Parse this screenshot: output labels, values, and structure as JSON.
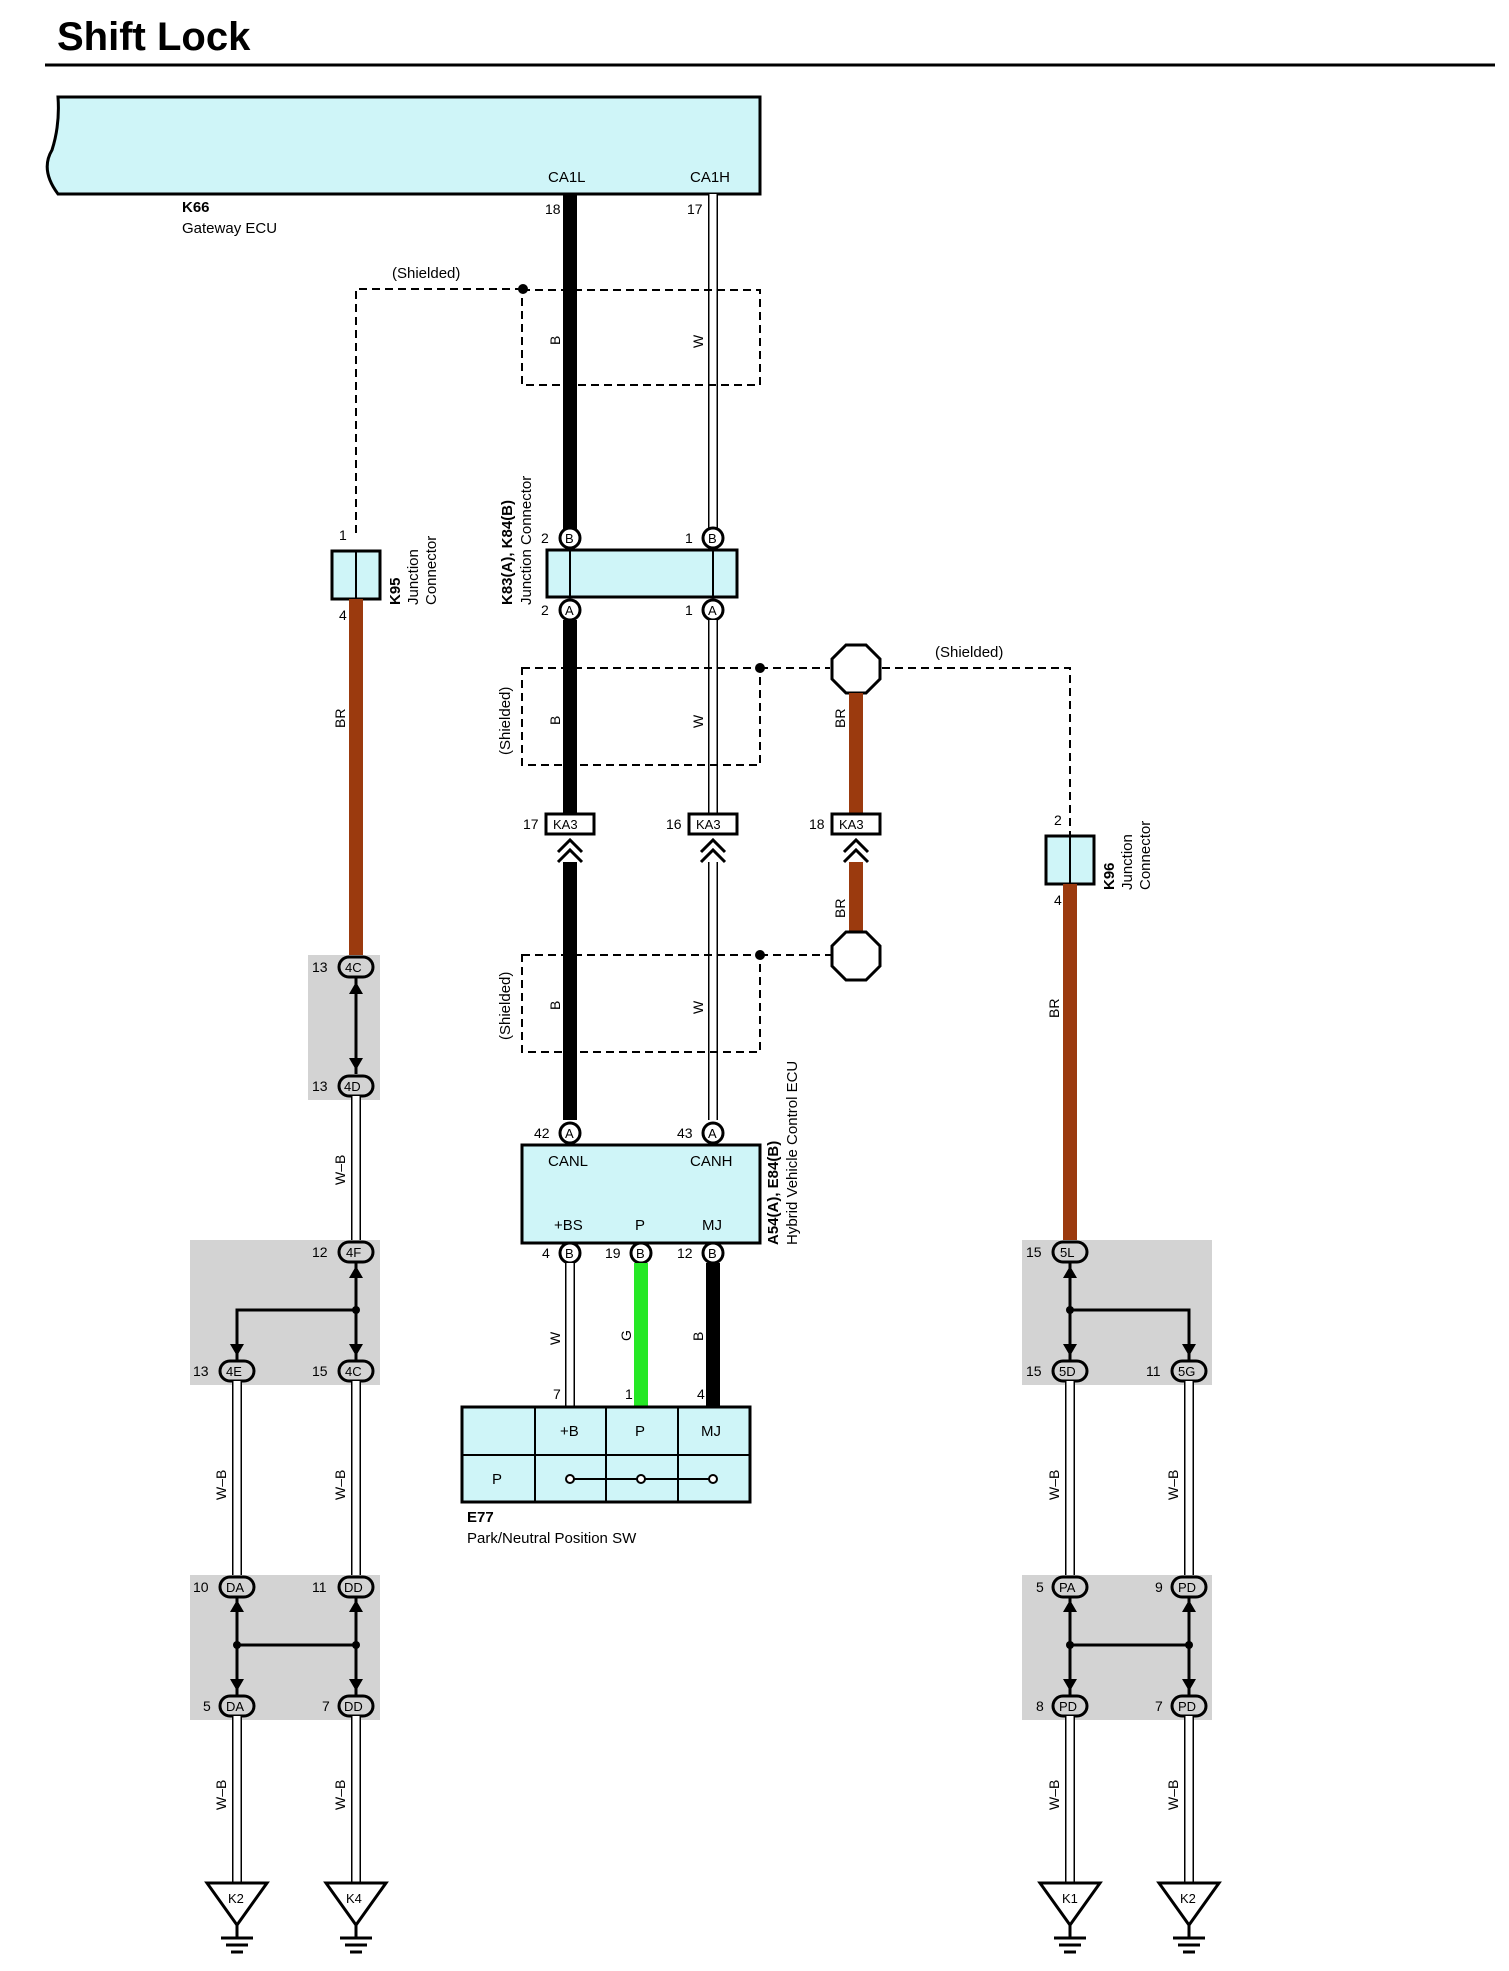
{
  "title": "Shift Lock",
  "colors": {
    "B": "#000000",
    "W": "#ffffff",
    "BR": "#9b3a0e",
    "G": "#25e825",
    "WB": "#ffffff",
    "box": "#cff5f8",
    "junction_bg": "#d3d3d3"
  },
  "gateway": {
    "code": "K66",
    "name": "Gateway ECU",
    "pin_left": "CA1L",
    "pin_right": "CA1H",
    "num_left": "18",
    "num_right": "17"
  },
  "shielded": "(Shielded)",
  "wire_labels": {
    "B": "B",
    "W": "W",
    "BR": "BR",
    "G": "G",
    "WB": "W–B"
  },
  "k95": {
    "code": "K95",
    "name1": "Junction",
    "name2": "Connector",
    "pin_top": "1",
    "pin_bottom": "4"
  },
  "k96": {
    "code": "K96",
    "name1": "Junction",
    "name2": "Connector",
    "pin_top": "2",
    "pin_bottom": "4"
  },
  "k83": {
    "code": "K83(A), K84(B)",
    "name": "Junction Connector",
    "top_left_num": "2",
    "top_left_ltr": "B",
    "top_right_num": "1",
    "top_right_ltr": "B",
    "bot_left_num": "2",
    "bot_left_ltr": "A",
    "bot_right_num": "1",
    "bot_right_ltr": "A"
  },
  "ka3": {
    "label": "KA3",
    "num1": "17",
    "num2": "16",
    "num3": "18"
  },
  "hv_ecu": {
    "code": "A54(A), E84(B)",
    "name": "Hybrid Vehicle Control ECU",
    "canl": "CANL",
    "canh": "CANH",
    "bs": "+BS",
    "p": "P",
    "mj": "MJ",
    "num_canl": "42",
    "ltr_canl": "A",
    "num_canh": "43",
    "ltr_canh": "A",
    "num_bs": "4",
    "ltr_bs": "B",
    "num_p": "19",
    "ltr_p": "B",
    "num_mj": "12",
    "ltr_mj": "B"
  },
  "e77": {
    "code": "E77",
    "name": "Park/Neutral Position SW",
    "h_b": "+B",
    "h_p": "P",
    "h_mj": "MJ",
    "row_p": "P",
    "num_b": "7",
    "num_p": "1",
    "num_mj": "4"
  },
  "connectors": {
    "c4c_top": {
      "num": "13",
      "id": "4C"
    },
    "c4d": {
      "num": "13",
      "id": "4D"
    },
    "c4f": {
      "num": "12",
      "id": "4F"
    },
    "c4e": {
      "num": "13",
      "id": "4E"
    },
    "c4c_mid": {
      "num": "15",
      "id": "4C"
    },
    "cda_top": {
      "num": "10",
      "id": "DA"
    },
    "cdd_top": {
      "num": "11",
      "id": "DD"
    },
    "cda_bot": {
      "num": "5",
      "id": "DA"
    },
    "cdd_bot": {
      "num": "7",
      "id": "DD"
    },
    "c5l": {
      "num": "15",
      "id": "5L"
    },
    "c5d": {
      "num": "15",
      "id": "5D"
    },
    "c5g": {
      "num": "11",
      "id": "5G"
    },
    "cpa": {
      "num": "5",
      "id": "PA"
    },
    "cpd_top": {
      "num": "9",
      "id": "PD"
    },
    "cpd_bl": {
      "num": "8",
      "id": "PD"
    },
    "cpd_br": {
      "num": "7",
      "id": "PD"
    }
  },
  "grounds": [
    "K2",
    "K4",
    "K1",
    "K2"
  ]
}
